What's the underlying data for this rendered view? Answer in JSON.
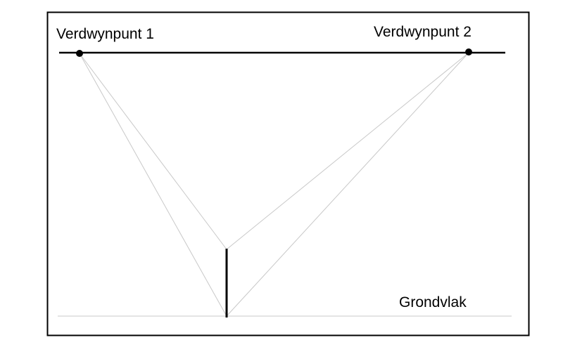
{
  "labels": {
    "vanishing_point_1": "Verdwynpunt 1",
    "vanishing_point_2": "Verdwynpunt 2",
    "ground_plane": "Grondvlak"
  },
  "colors": {
    "ink": "#000000",
    "construction_lines": "#c8c8c8",
    "background": "#ffffff"
  }
}
